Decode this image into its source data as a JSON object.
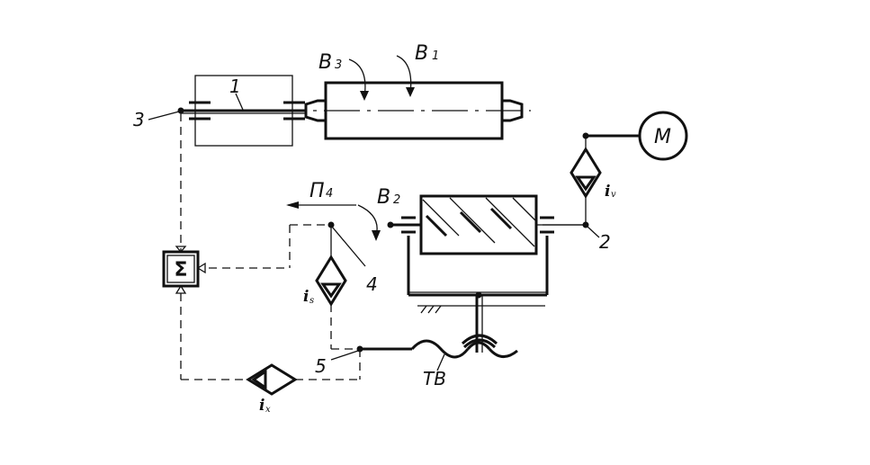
{
  "labels": {
    "rot_b1": "B",
    "rot_b1_sub": "1",
    "rot_b2": "B",
    "rot_b2_sub": "2",
    "rot_b3": "B",
    "rot_b3_sub": "3",
    "feed_p4": "П",
    "feed_p4_sub": "4",
    "motor": "M",
    "point_1": "1",
    "point_2": "2",
    "point_3": "3",
    "point_4": "4",
    "point_5": "5",
    "screw": "TB",
    "ratio_v": "i",
    "ratio_v_sub": "v",
    "ratio_s": "i",
    "ratio_s_sub": "s",
    "ratio_x": "i",
    "ratio_x_sub": "x",
    "summator": "Σ"
  }
}
